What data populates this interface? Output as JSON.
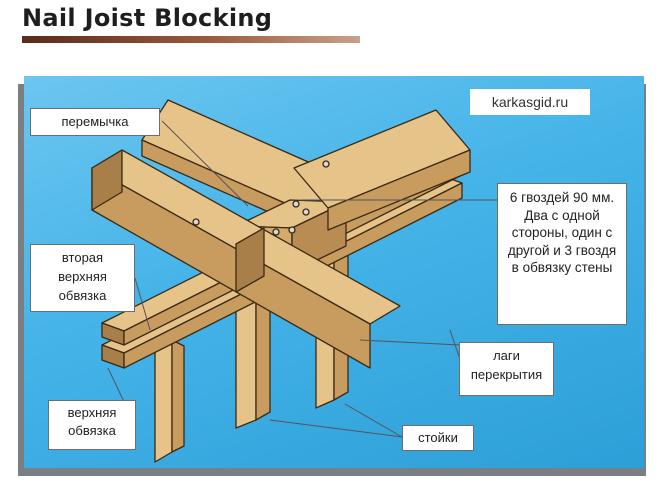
{
  "title": "Nail Joist Blocking",
  "site": "karkasgid.ru",
  "labels": {
    "peremychka": "перемычка",
    "nails": "6 гвоздей 90 мм. Два с одной стороны, один с другой и 3 гвоздя в обвязку стены",
    "second_top_plate": "вторая верхняя обвязка",
    "top_plate": "верхняя обвязка",
    "joists": "лаги перекрытия",
    "studs": "стойки"
  },
  "colors": {
    "background": "#44b3e8",
    "wood_top": "#e6c389",
    "wood_side": "#c89c5e",
    "wood_end": "#a87f48",
    "outline": "#3a2a14",
    "title_bar": "#9b5a3c"
  }
}
